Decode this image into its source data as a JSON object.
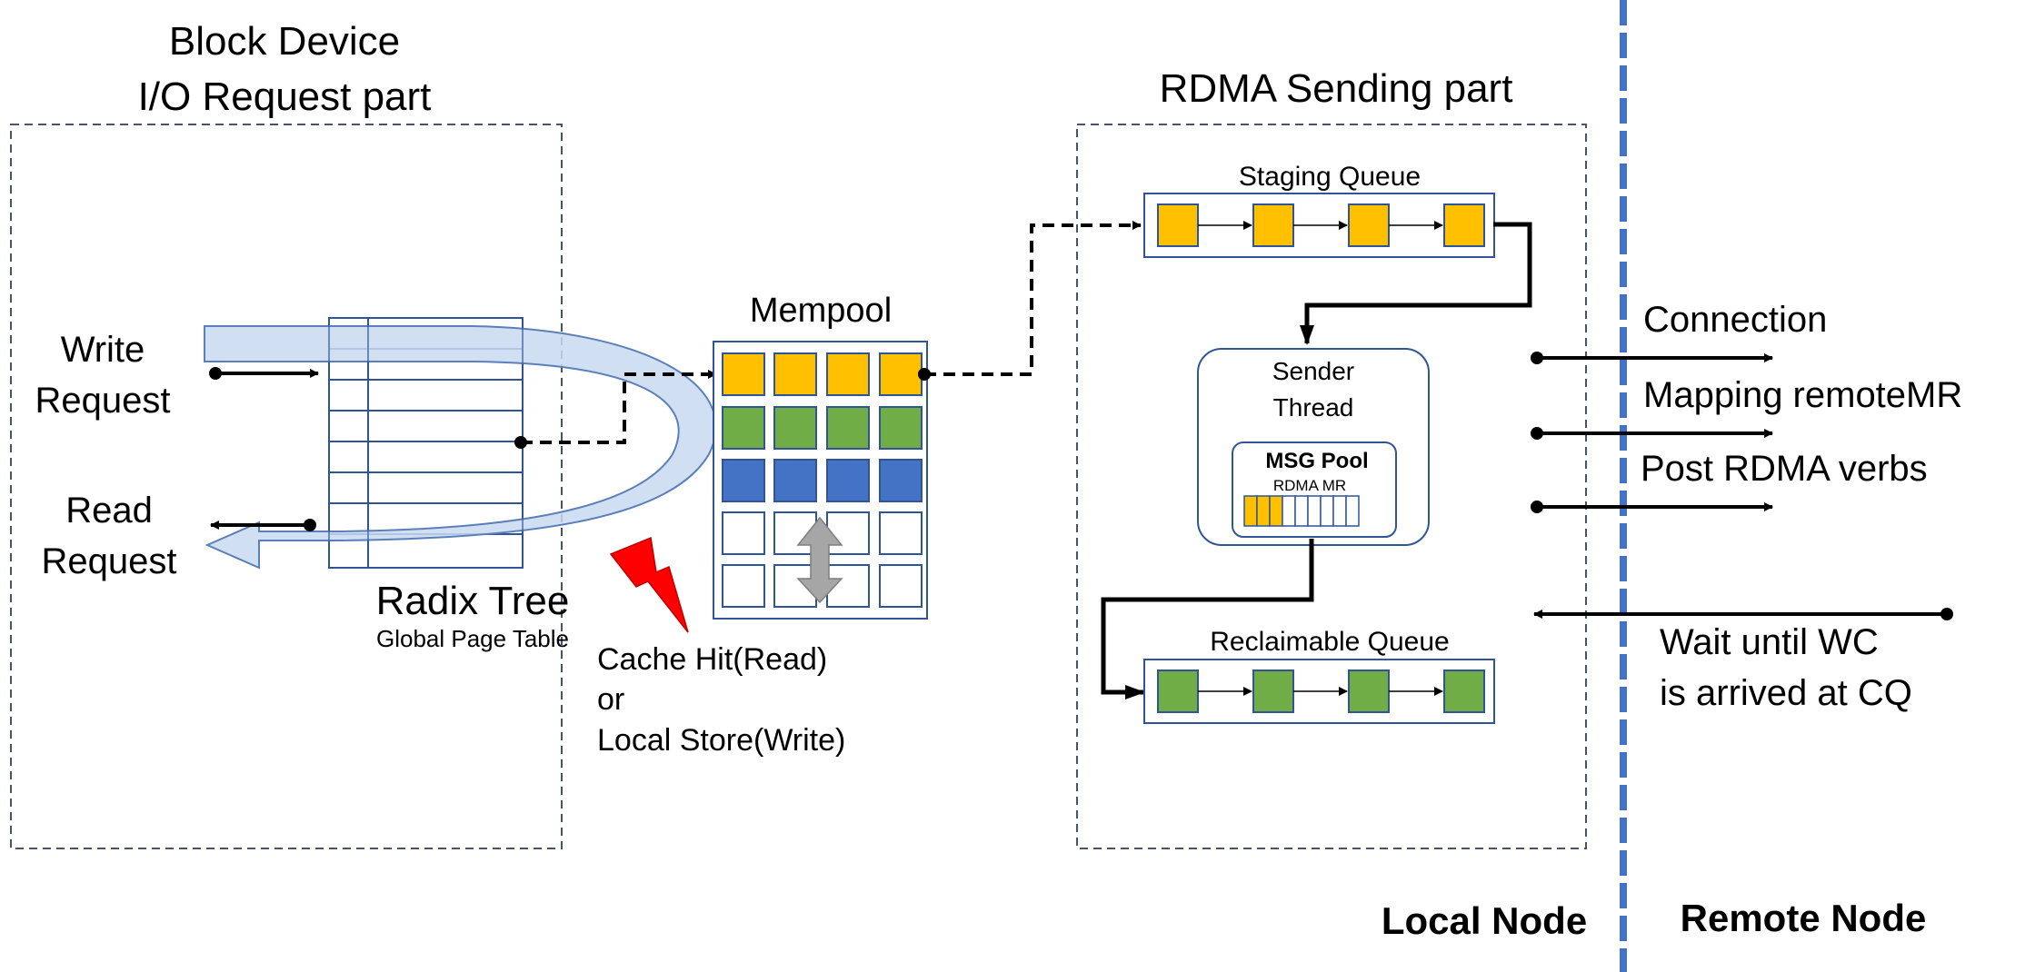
{
  "left_section": {
    "title_line1": "Block Device",
    "title_line2": "I/O Request part",
    "write_line1": "Write",
    "write_line2": "Request",
    "read_line1": "Read",
    "read_line2": "Request",
    "radix_title": "Radix Tree",
    "radix_subtitle": "Global Page Table"
  },
  "mempool": {
    "title": "Mempool",
    "cache_line1": "Cache Hit(Read)",
    "cache_line2": "or",
    "cache_line3": "Local Store(Write)"
  },
  "rdma_section": {
    "title": "RDMA Sending part",
    "staging_queue": "Staging Queue",
    "sender_line1": "Sender",
    "sender_line2": "Thread",
    "msg_pool": "MSG Pool",
    "rdma_mr": "RDMA MR",
    "reclaimable_queue": "Reclaimable Queue"
  },
  "remote_side": {
    "connection": "Connection",
    "mapping": "Mapping remoteMR",
    "post_verbs": "Post RDMA verbs",
    "wait_line1": "Wait until WC",
    "wait_line2": "is arrived at CQ"
  },
  "footer": {
    "local_node": "Local Node",
    "remote_node": "Remote Node"
  },
  "colors": {
    "yellow": "#FFC000",
    "green": "#70AD47",
    "blue": "#4472C4",
    "box_border": "#2F5597",
    "dash_border": "#44546A",
    "divider": "#4472C4",
    "band": "#C9D9F1",
    "grey_arrow": "#A6A6A6",
    "red_bolt": "#FF0000"
  }
}
